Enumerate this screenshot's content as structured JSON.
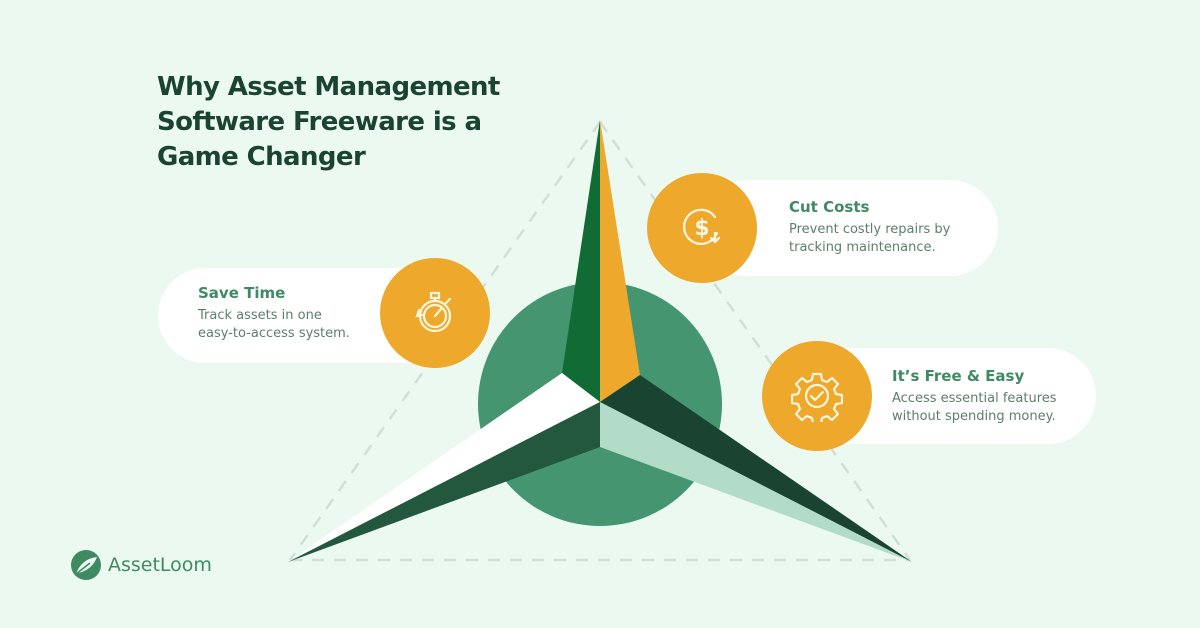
{
  "title": "Why Asset Management Software Freeware is a Game Changer",
  "title_lines": [
    "Why Asset Management",
    "Software Freeware is a",
    "Game Changer"
  ],
  "colors": {
    "background": "#ebf9f1",
    "accent_orange": "#eea82b",
    "dark_green": "#1b4332",
    "mid_green": "#459670",
    "light_green": "#b3dcc8",
    "heading_green": "#3f8a63"
  },
  "benefits": [
    {
      "title": "Save Time",
      "body_lines": [
        "Track assets in one",
        "easy-to-access system."
      ],
      "icon": "stopwatch-icon"
    },
    {
      "title": "Cut Costs",
      "body_lines": [
        "Prevent costly repairs by",
        "tracking maintenance."
      ],
      "icon": "dollar-cycle-icon"
    },
    {
      "title": "It’s Free & Easy",
      "body_lines": [
        "Access essential features",
        "without spending money."
      ],
      "icon": "gear-check-icon"
    }
  ],
  "logo": {
    "name": "AssetLoom",
    "icon": "leaf-icon"
  }
}
